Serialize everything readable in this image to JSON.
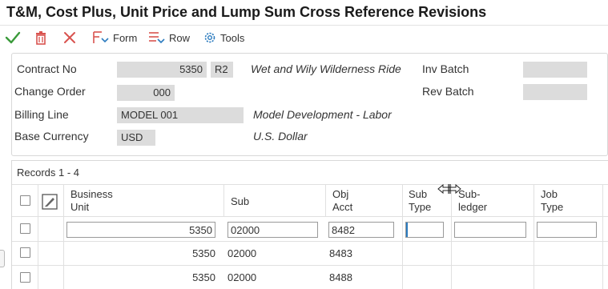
{
  "title": "T&M, Cost Plus, Unit Price and Lump Sum Cross Reference Revisions",
  "toolbar": {
    "ok_icon": "checkmark-icon",
    "delete_icon": "trash-icon",
    "cancel_icon": "x-icon",
    "form_label": "Form",
    "row_label": "Row",
    "tools_label": "Tools"
  },
  "header": {
    "contract_no_label": "Contract No",
    "contract_no": "5350",
    "contract_type": "R2",
    "contract_desc": "Wet and Wily Wilderness Ride",
    "inv_batch_label": "Inv Batch",
    "inv_batch": "",
    "change_order_label": "Change Order",
    "change_order": "000",
    "rev_batch_label": "Rev Batch",
    "rev_batch": "",
    "billing_line_label": "Billing Line",
    "billing_line": "MODEL 001",
    "billing_line_desc": "Model Development - Labor",
    "base_currency_label": "Base Currency",
    "base_currency": "USD",
    "base_currency_desc": "U.S. Dollar"
  },
  "grid": {
    "records": "Records 1 - 4",
    "columns": {
      "business_unit_1": "Business",
      "business_unit_2": "Unit",
      "sub": "Sub",
      "obj_acct_1": "Obj",
      "obj_acct_2": "Acct",
      "sub_type_1": "Sub",
      "sub_type_2": "Type",
      "subledger_1": "Sub-",
      "subledger_2": "ledger",
      "job_type_1": "Job",
      "job_type_2": "Type"
    },
    "edit_row": {
      "business_unit": "5350",
      "sub": "02000",
      "obj_acct": "8482",
      "sub_type": "",
      "subledger": "",
      "job_type": ""
    },
    "rows": [
      {
        "business_unit": "5350",
        "sub": "02000",
        "obj_acct": "8483"
      },
      {
        "business_unit": "5350",
        "sub": "02000",
        "obj_acct": "8488"
      }
    ]
  },
  "colors": {
    "ok_green": "#3a9a3a",
    "delete_red": "#d9534f",
    "accent_blue": "#2b7bbf",
    "field_gray": "#dcdcdc"
  }
}
